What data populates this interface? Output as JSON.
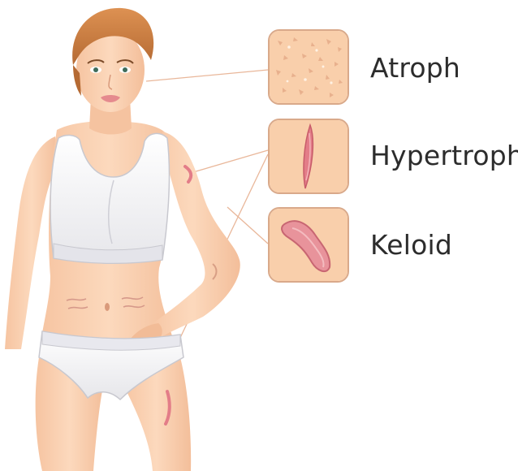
{
  "labels": {
    "atrophic": "Atroph",
    "hypertrophic": "Hypertroph",
    "keloid": "Keloid"
  },
  "colors": {
    "skin": "#fbd4b4",
    "skin_shade": "#eab18e",
    "hair": "#c9783f",
    "swatch_fill": "#f9cfab",
    "swatch_border": "#d9a98a",
    "scar_pink": "#e37d88",
    "keloid_fill": "#e8939b",
    "underwear": "#f2f2f4",
    "text": "#2c2c2c"
  }
}
